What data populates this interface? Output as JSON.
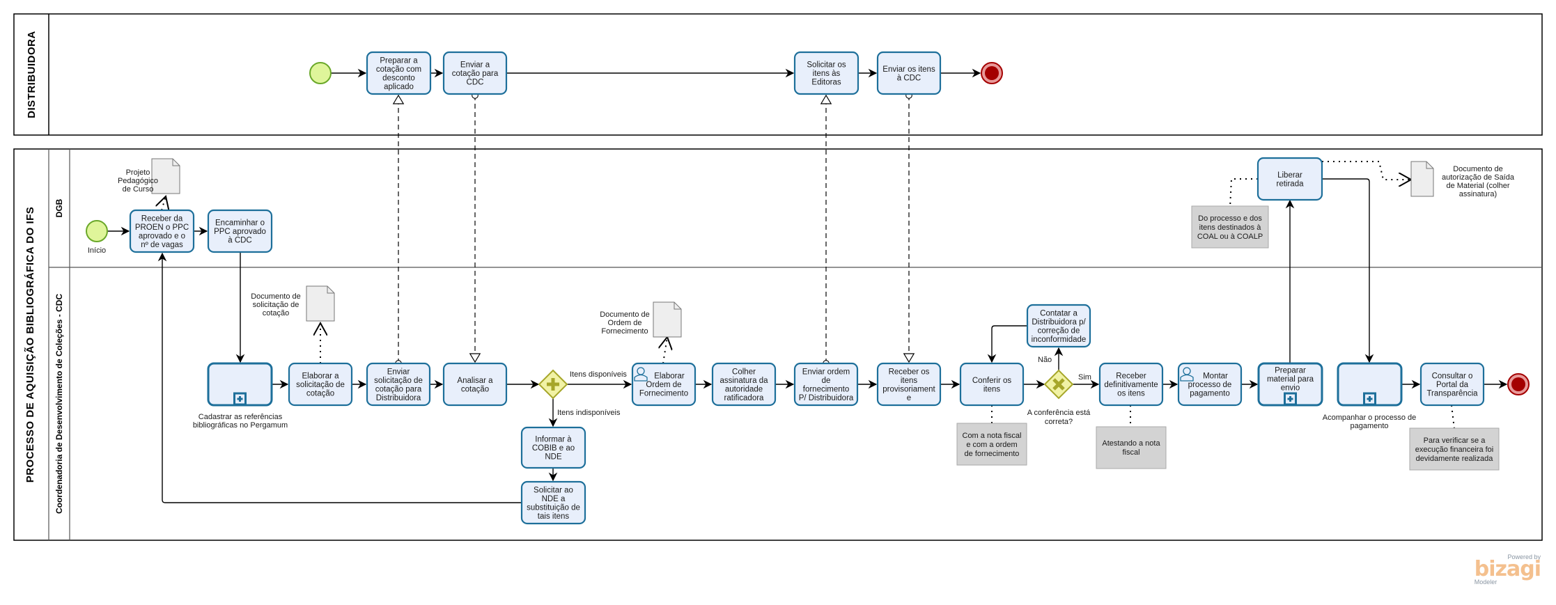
{
  "pools": {
    "top": {
      "title": "DISTRIBUIDORA"
    },
    "bottom": {
      "title": "PROCESSO DE AQUISIÇÃO  BIBLIOGRÁFICA DO IFS",
      "lanes": [
        "DGB",
        "Coordenadoria de Desenvolvimento de Coleções - CDC"
      ]
    }
  },
  "events": {
    "start_dist": "",
    "start_dgb": "Início",
    "end_dist": "",
    "end_cdc": ""
  },
  "tasks": {
    "preparar_cotacao": [
      "Preparar a",
      "cotação com",
      "desconto",
      "aplicado"
    ],
    "enviar_cotacao": [
      "Enviar a",
      "cotação para",
      "CDC"
    ],
    "solicitar_editoras": [
      "Solicitar os",
      "itens às",
      "Editoras"
    ],
    "enviar_itens": [
      "Enviar os itens",
      "à CDC"
    ],
    "receber_proen": [
      "Receber da",
      "PROEN o PPC",
      "aprovado e o",
      "nº  de vagas"
    ],
    "encaminhar_ppc": [
      "Encaminhar o",
      "PPC aprovado",
      "à CDC"
    ],
    "liberar_retirada": [
      "Liberar",
      "retirada"
    ],
    "elaborar_solicitacao": [
      "Elaborar a",
      "solicitação de",
      "cotação"
    ],
    "enviar_solicitacao": [
      "Enviar",
      "solicitação de",
      "cotação para",
      "Distribuidora"
    ],
    "analisar_cotacao": [
      "Analisar a",
      "cotação"
    ],
    "informar_cobib": [
      "Informar à",
      "COBIB e ao",
      "NDE"
    ],
    "solicitar_nde": [
      "Solicitar ao",
      "NDE a",
      "substituição de",
      "tais itens"
    ],
    "elaborar_ordem": [
      "Elaborar",
      "Ordem de",
      "Fornecimento"
    ],
    "colher_assinatura": [
      "Colher",
      "assinatura da",
      "autoridade",
      "ratificadora"
    ],
    "enviar_ordem": [
      "Enviar ordem",
      "de",
      "fornecimento",
      "P/ Distribuidora"
    ],
    "receber_provisorio": [
      "Receber os",
      "itens",
      "provisoriament",
      "e"
    ],
    "conferir_itens": [
      "Conferir os",
      "itens"
    ],
    "contatar_distribuidora": [
      "Contatar a",
      "Distribuidora p/",
      "correção de",
      "inconformidade"
    ],
    "receber_definitivo": [
      "Receber",
      "definitivamente",
      "os itens"
    ],
    "montar_pagamento": [
      "Montar",
      "processo de",
      "pagamento"
    ],
    "preparar_envio": [
      "Preparar",
      "material para",
      "envio"
    ],
    "consultar_portal": [
      "Consultar o",
      "Portal da",
      "Transparência"
    ]
  },
  "subprocess_labels": {
    "cadastrar": [
      "Cadastrar as referências",
      "bibliográficas no Pergamum"
    ],
    "acompanhar": [
      "Acompanhar o processo de",
      "pagamento"
    ]
  },
  "gateways": {
    "parallel": {
      "type": "parallel",
      "out_right": "Itens disponíveis",
      "out_down": "Itens indisponíveis"
    },
    "exclusive": {
      "type": "exclusive",
      "question": [
        "A conferência está",
        "correta?"
      ],
      "yes": "Sim",
      "no": "Não"
    }
  },
  "documents": {
    "ppc": [
      "Projeto",
      "Pedagógico",
      "de Curso"
    ],
    "solicitacao": [
      "Documento de",
      "solicitação de",
      "cotação"
    ],
    "ordem": [
      "Documento de",
      "Ordem de",
      "Fornecimento"
    ],
    "saida": [
      "Documento de",
      "autorização de Saída",
      "de Material (colher",
      "assinatura)"
    ]
  },
  "annotations": {
    "conferir": [
      "Com a nota fiscal",
      "e com a ordem",
      "de fornecimento"
    ],
    "atestando": [
      "Atestando a nota",
      "fiscal"
    ],
    "coal": [
      "Do processo e dos",
      "itens destinados à",
      "COAL ou à COALP"
    ],
    "portal": [
      "Para verificar se a",
      "execução financeira foi",
      "devidamente realizada"
    ]
  },
  "branding": {
    "powered_by": "Powered by",
    "logo": "bizagi",
    "product": "Modeler"
  },
  "colors": {
    "task_fill": "#e8effb",
    "task_stroke": "#1d6f9a",
    "start_fill": "#dff59a",
    "start_stroke": "#6aa829",
    "end_fill": "#a40000",
    "end_ring": "#e89a9a",
    "gateway_fill": "#f1f2a5",
    "gateway_stroke": "#a6a629",
    "gateway_mark": "#a6a629"
  }
}
